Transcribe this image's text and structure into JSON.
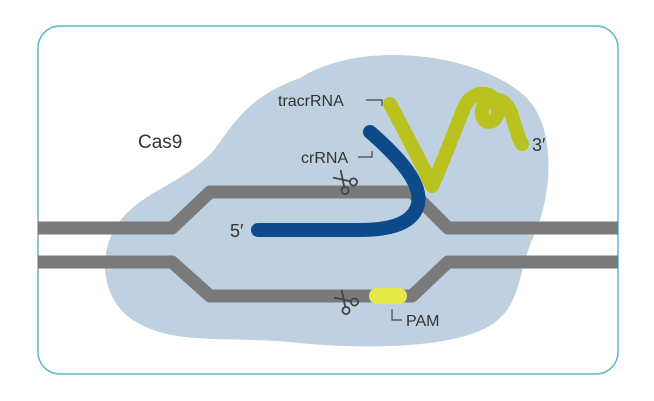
{
  "diagram": {
    "labels": {
      "protein": "Cas9",
      "tracr": "tracrRNA",
      "cr": "crRNA",
      "five_prime": "5′",
      "three_prime": "3′",
      "pam": "PAM"
    },
    "icons": {
      "cut_site_top": "scissors-icon",
      "cut_site_bottom": "scissors-icon"
    },
    "colors": {
      "frame_border": "#5fb8c6",
      "protein_fill": "#bfd1e0",
      "dna_strand": "#7a7a7a",
      "crrna": "#0d4a8a",
      "tracrrna": "#b9c21f",
      "pam": "#e6e84a",
      "scissors": "#444444"
    }
  }
}
